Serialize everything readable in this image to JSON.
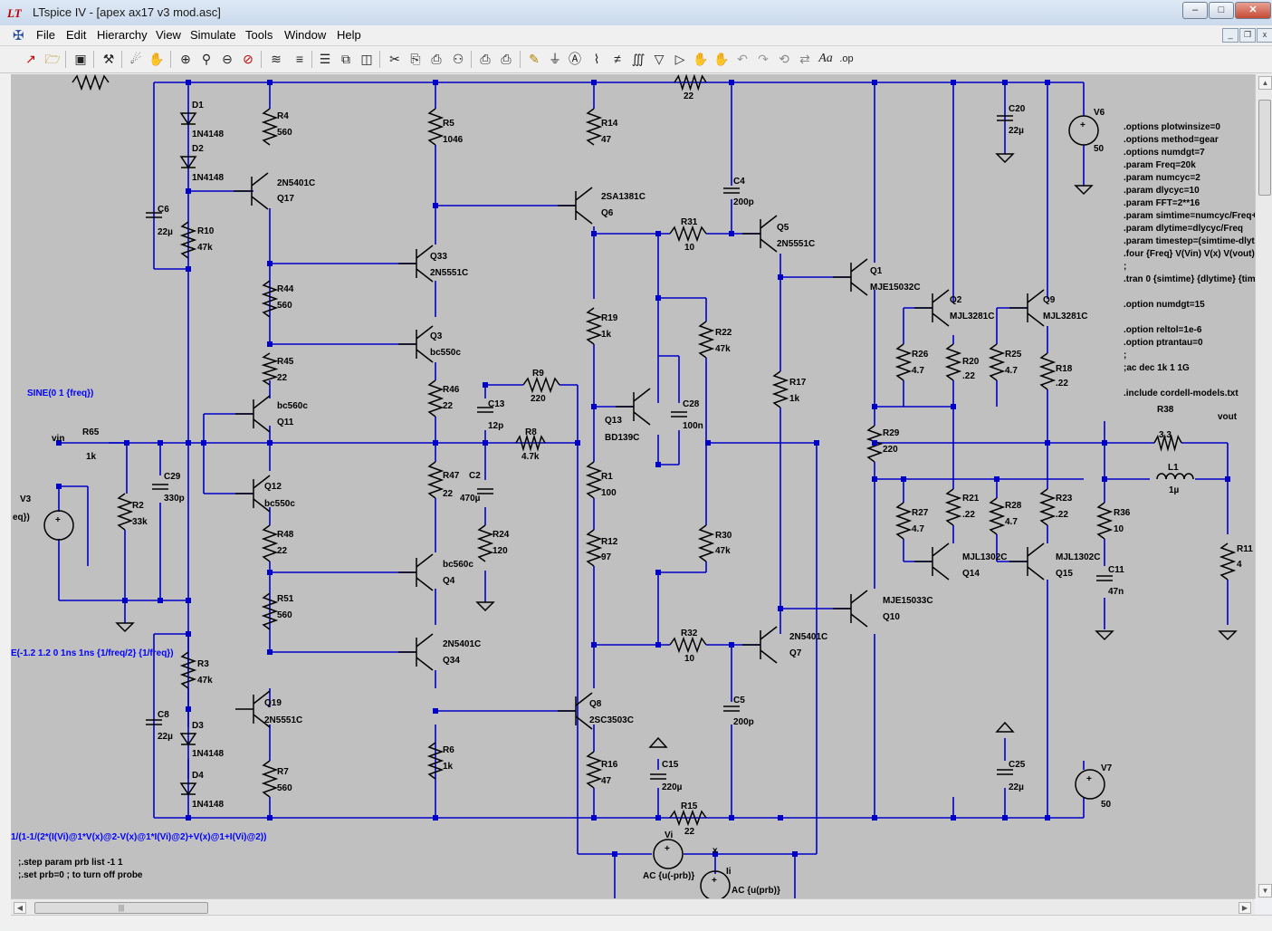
{
  "window": {
    "title": "LTspice IV - [apex ax17 v3 mod.asc]",
    "app_icon": "ltspice-logo-icon"
  },
  "menu": [
    "File",
    "Edit",
    "Hierarchy",
    "View",
    "Simulate",
    "Tools",
    "Window",
    "Help"
  ],
  "toolbar_icons": [
    "new-schematic-icon",
    "open-icon",
    "save-icon",
    "control-panel-icon",
    "run-icon",
    "halt-icon",
    "zoom-in-icon",
    "zoom-area-icon",
    "zoom-out-icon",
    "zoom-fit-icon",
    "waveform-icon",
    "tile-horizontal-icon",
    "cascade-icon",
    "tile-vertical-icon",
    "cut-icon",
    "copy-icon",
    "paste-icon",
    "find-icon",
    "print-setup-icon",
    "print-icon",
    "wire-icon",
    "ground-icon",
    "label-icon",
    "resistor-icon",
    "capacitor-icon",
    "inductor-icon",
    "diode-icon",
    "component-icon",
    "move-icon",
    "drag-icon",
    "undo-icon",
    "redo-icon",
    "rotate-icon",
    "mirror-icon",
    "text-icon",
    "spice-directive-icon"
  ],
  "colors": {
    "wire": "#0000c8",
    "canvas": "#c0c0c0",
    "text": "#000000",
    "directive_blue": "#0000ff"
  },
  "labels": [
    {
      "id": "D1",
      "t": "D1"
    },
    {
      "id": "D1v",
      "t": "1N4148"
    },
    {
      "id": "D2",
      "t": "D2"
    },
    {
      "id": "D2v",
      "t": "1N4148"
    },
    {
      "id": "R4",
      "t": "R4"
    },
    {
      "id": "R4v",
      "t": "560"
    },
    {
      "id": "R5",
      "t": "R5"
    },
    {
      "id": "R5v",
      "t": "1046"
    },
    {
      "id": "R14",
      "t": "R14"
    },
    {
      "id": "R14v",
      "t": "47"
    },
    {
      "id": "R22top",
      "t": "22"
    },
    {
      "id": "C20",
      "t": "C20"
    },
    {
      "id": "C20v",
      "t": "22µ"
    },
    {
      "id": "V6",
      "t": "V6"
    },
    {
      "id": "V6v",
      "t": "50"
    },
    {
      "id": "C6",
      "t": "C6"
    },
    {
      "id": "C6v",
      "t": "22µ"
    },
    {
      "id": "R10",
      "t": "R10"
    },
    {
      "id": "R10v",
      "t": "47k"
    },
    {
      "id": "Q17t",
      "t": "2N5401C"
    },
    {
      "id": "Q17",
      "t": "Q17"
    },
    {
      "id": "Q6t",
      "t": "2SA1381C"
    },
    {
      "id": "Q6",
      "t": "Q6"
    },
    {
      "id": "C4",
      "t": "C4"
    },
    {
      "id": "C4v",
      "t": "200p"
    },
    {
      "id": "R31",
      "t": "R31"
    },
    {
      "id": "R31v",
      "t": "10"
    },
    {
      "id": "Q5",
      "t": "Q5"
    },
    {
      "id": "Q5t",
      "t": "2N5551C"
    },
    {
      "id": "Q33",
      "t": "Q33"
    },
    {
      "id": "Q33t",
      "t": "2N5551C"
    },
    {
      "id": "Q1",
      "t": "Q1"
    },
    {
      "id": "Q1t",
      "t": "MJE15032C"
    },
    {
      "id": "Q2",
      "t": "Q2"
    },
    {
      "id": "Q2t",
      "t": "MJL3281C"
    },
    {
      "id": "Q9",
      "t": "Q9"
    },
    {
      "id": "Q9t",
      "t": "MJL3281C"
    },
    {
      "id": "R44",
      "t": "R44"
    },
    {
      "id": "R44v",
      "t": "560"
    },
    {
      "id": "R19",
      "t": "R19"
    },
    {
      "id": "R19v",
      "t": "1k"
    },
    {
      "id": "R22",
      "t": "R22"
    },
    {
      "id": "R22v",
      "t": "47k"
    },
    {
      "id": "Q3",
      "t": "Q3"
    },
    {
      "id": "Q3t",
      "t": "bc550c"
    },
    {
      "id": "R45",
      "t": "R45"
    },
    {
      "id": "R45v",
      "t": "22"
    },
    {
      "id": "R26",
      "t": "R26"
    },
    {
      "id": "R26v",
      "t": "4.7"
    },
    {
      "id": "R20",
      "t": "R20"
    },
    {
      "id": "R20v",
      "t": ".22"
    },
    {
      "id": "R25",
      "t": "R25"
    },
    {
      "id": "R25v",
      "t": "4.7"
    },
    {
      "id": "R18",
      "t": "R18"
    },
    {
      "id": "R18v",
      "t": ".22"
    },
    {
      "id": "R17",
      "t": "R17"
    },
    {
      "id": "R17v",
      "t": "1k"
    },
    {
      "id": "R9",
      "t": "R9"
    },
    {
      "id": "R9v",
      "t": "220"
    },
    {
      "id": "R46",
      "t": "R46"
    },
    {
      "id": "R46v",
      "t": "22"
    },
    {
      "id": "C13",
      "t": "C13"
    },
    {
      "id": "C13v",
      "t": "12p"
    },
    {
      "id": "C28",
      "t": "C28"
    },
    {
      "id": "C28v",
      "t": "100n"
    },
    {
      "id": "Q11t",
      "t": "bc560c"
    },
    {
      "id": "Q11",
      "t": "Q11"
    },
    {
      "id": "Q13",
      "t": "Q13"
    },
    {
      "id": "Q13t",
      "t": "BD139C"
    },
    {
      "id": "R38",
      "t": "R38"
    },
    {
      "id": "R38v",
      "t": "3.3"
    },
    {
      "id": "vout",
      "t": "vout"
    },
    {
      "id": "vin",
      "t": "vin"
    },
    {
      "id": "R65",
      "t": "R65"
    },
    {
      "id": "R65v",
      "t": "1k"
    },
    {
      "id": "R8",
      "t": "R8"
    },
    {
      "id": "R8v",
      "t": "4.7k"
    },
    {
      "id": "R29",
      "t": "R29"
    },
    {
      "id": "R29v",
      "t": "220"
    },
    {
      "id": "C29",
      "t": "C29"
    },
    {
      "id": "C29v",
      "t": "330p"
    },
    {
      "id": "R47",
      "t": "R47"
    },
    {
      "id": "R47v",
      "t": "22"
    },
    {
      "id": "C2",
      "t": "C2"
    },
    {
      "id": "C2v",
      "t": "470µ"
    },
    {
      "id": "R1",
      "t": "R1"
    },
    {
      "id": "R1v",
      "t": "100"
    },
    {
      "id": "L1",
      "t": "L1"
    },
    {
      "id": "L1v",
      "t": "1µ"
    },
    {
      "id": "V3",
      "t": "V3"
    },
    {
      "id": "V3f",
      "t": "eq})"
    },
    {
      "id": "R2",
      "t": "R2"
    },
    {
      "id": "R2v",
      "t": "33k"
    },
    {
      "id": "Q12",
      "t": "Q12"
    },
    {
      "id": "Q12t",
      "t": "bc550c"
    },
    {
      "id": "R27",
      "t": "R27"
    },
    {
      "id": "R27v",
      "t": "4.7"
    },
    {
      "id": "R21",
      "t": "R21"
    },
    {
      "id": "R21v",
      "t": ".22"
    },
    {
      "id": "R28",
      "t": "R28"
    },
    {
      "id": "R28v",
      "t": "4.7"
    },
    {
      "id": "R23",
      "t": "R23"
    },
    {
      "id": "R23v",
      "t": ".22"
    },
    {
      "id": "R36",
      "t": "R36"
    },
    {
      "id": "R36v",
      "t": "10"
    },
    {
      "id": "R48",
      "t": "R48"
    },
    {
      "id": "R48v",
      "t": "22"
    },
    {
      "id": "R24",
      "t": "R24"
    },
    {
      "id": "R24v",
      "t": "120"
    },
    {
      "id": "R12",
      "t": "R12"
    },
    {
      "id": "R12v",
      "t": "97"
    },
    {
      "id": "R30",
      "t": "R30"
    },
    {
      "id": "R30v",
      "t": "47k"
    },
    {
      "id": "R11",
      "t": "R11"
    },
    {
      "id": "R11v",
      "t": "4"
    },
    {
      "id": "Q4t",
      "t": "bc560c"
    },
    {
      "id": "Q4",
      "t": "Q4"
    },
    {
      "id": "Q14t",
      "t": "MJL1302C"
    },
    {
      "id": "Q14",
      "t": "Q14"
    },
    {
      "id": "Q15t",
      "t": "MJL1302C"
    },
    {
      "id": "Q15",
      "t": "Q15"
    },
    {
      "id": "C11",
      "t": "C11"
    },
    {
      "id": "C11v",
      "t": "47n"
    },
    {
      "id": "R51",
      "t": "R51"
    },
    {
      "id": "R51v",
      "t": "560"
    },
    {
      "id": "Q10t",
      "t": "MJE15033C"
    },
    {
      "id": "Q10",
      "t": "Q10"
    },
    {
      "id": "Q34t",
      "t": "2N5401C"
    },
    {
      "id": "Q34",
      "t": "Q34"
    },
    {
      "id": "R32",
      "t": "R32"
    },
    {
      "id": "R32v",
      "t": "10"
    },
    {
      "id": "Q7t",
      "t": "2N5401C"
    },
    {
      "id": "Q7",
      "t": "Q7"
    },
    {
      "id": "R3",
      "t": "R3"
    },
    {
      "id": "R3v",
      "t": "47k"
    },
    {
      "id": "Q19",
      "t": "Q19"
    },
    {
      "id": "Q19t",
      "t": "2N5551C"
    },
    {
      "id": "Q8",
      "t": "Q8"
    },
    {
      "id": "Q8t",
      "t": "2SC3503C"
    },
    {
      "id": "C5",
      "t": "C5"
    },
    {
      "id": "C5v",
      "t": "200p"
    },
    {
      "id": "C8",
      "t": "C8"
    },
    {
      "id": "C8v",
      "t": "22µ"
    },
    {
      "id": "D3",
      "t": "D3"
    },
    {
      "id": "D3v",
      "t": "1N4148"
    },
    {
      "id": "R6",
      "t": "R6"
    },
    {
      "id": "R6v",
      "t": "1k"
    },
    {
      "id": "C15",
      "t": "C15"
    },
    {
      "id": "C15v",
      "t": "220µ"
    },
    {
      "id": "C25",
      "t": "C25"
    },
    {
      "id": "C25v",
      "t": "22µ"
    },
    {
      "id": "V7",
      "t": "V7"
    },
    {
      "id": "V7v",
      "t": "50"
    },
    {
      "id": "R16",
      "t": "R16"
    },
    {
      "id": "R16v",
      "t": "47"
    },
    {
      "id": "R7",
      "t": "R7"
    },
    {
      "id": "R7v",
      "t": "560"
    },
    {
      "id": "D4",
      "t": "D4"
    },
    {
      "id": "D4v",
      "t": "1N4148"
    },
    {
      "id": "R15",
      "t": "R15"
    },
    {
      "id": "R15v",
      "t": "22"
    },
    {
      "id": "Vi",
      "t": "Vi"
    },
    {
      "id": "Vit",
      "t": "AC {u(-prb)}"
    },
    {
      "id": "x",
      "t": "x"
    },
    {
      "id": "Ii",
      "t": "Ii"
    },
    {
      "id": "Iit",
      "t": "AC {u(prb)}"
    }
  ],
  "directives_blue": [
    {
      "id": "sine",
      "t": "SINE(0 1 {freq})"
    },
    {
      "id": "pulse",
      "t": "E(-1.2 1.2 0 1ns 1ns {1/freq/2} {1/freq})"
    },
    {
      "id": "probe",
      "t": "1/(1-1/(2*(I(Vi)@1*V(x)@2-V(x)@1*I(Vi)@2)+V(x)@1+I(Vi)@2))"
    }
  ],
  "directives_black": [
    ".options plotwinsize=0",
    ".options method=gear",
    ".options numdgt=7",
    ".param Freq=20k",
    ".param numcyc=2",
    ".param dlycyc=10",
    ".param FFT=2**16",
    ".param simtime=numcyc/Freq+",
    ".param dlytime=dlycyc/Freq",
    ".param timestep=(simtime-dlyt",
    ".four {Freq} V(Vin) V(x) V(vout)",
    ";",
    ".tran 0 {simtime} {dlytime} {tim",
    "",
    ".option numdgt=15",
    "",
    ".option reltol=1e-6",
    ".option ptrantau=0",
    ";",
    ";ac dec 1k 1 1G",
    "",
    ".include cordell-models.txt"
  ],
  "step_lines": [
    ";.step param prb list -1 1",
    ";.set prb=0 ; to turn off probe"
  ]
}
